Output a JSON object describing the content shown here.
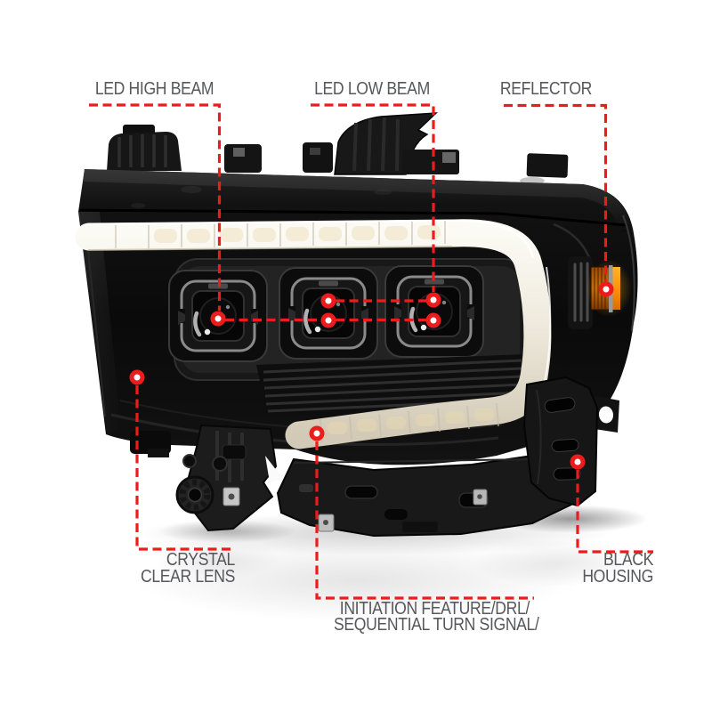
{
  "callouts": {
    "led_high_beam": {
      "label": "LED HIGH BEAM"
    },
    "led_low_beam": {
      "label": "LED LOW BEAM"
    },
    "reflector": {
      "label": "REFLECTOR"
    },
    "crystal_clear_lens": {
      "line1": "CRYSTAL",
      "line2": "CLEAR LENS"
    },
    "black_housing": {
      "line1": "BLACK",
      "line2": "HOUSING"
    },
    "initiation_feature": {
      "line1": "INITIATION FEATURE/DRL/",
      "line2": "SEQUENTIAL TURN SIGNAL/"
    }
  },
  "colors": {
    "callout_red": "#ed1c1c",
    "label_gray": "#57585b",
    "amber_reflector": "#f7941d",
    "drl_ivory": "#efebdf",
    "housing_black": "#0b0b0b",
    "background": "#ffffff"
  }
}
